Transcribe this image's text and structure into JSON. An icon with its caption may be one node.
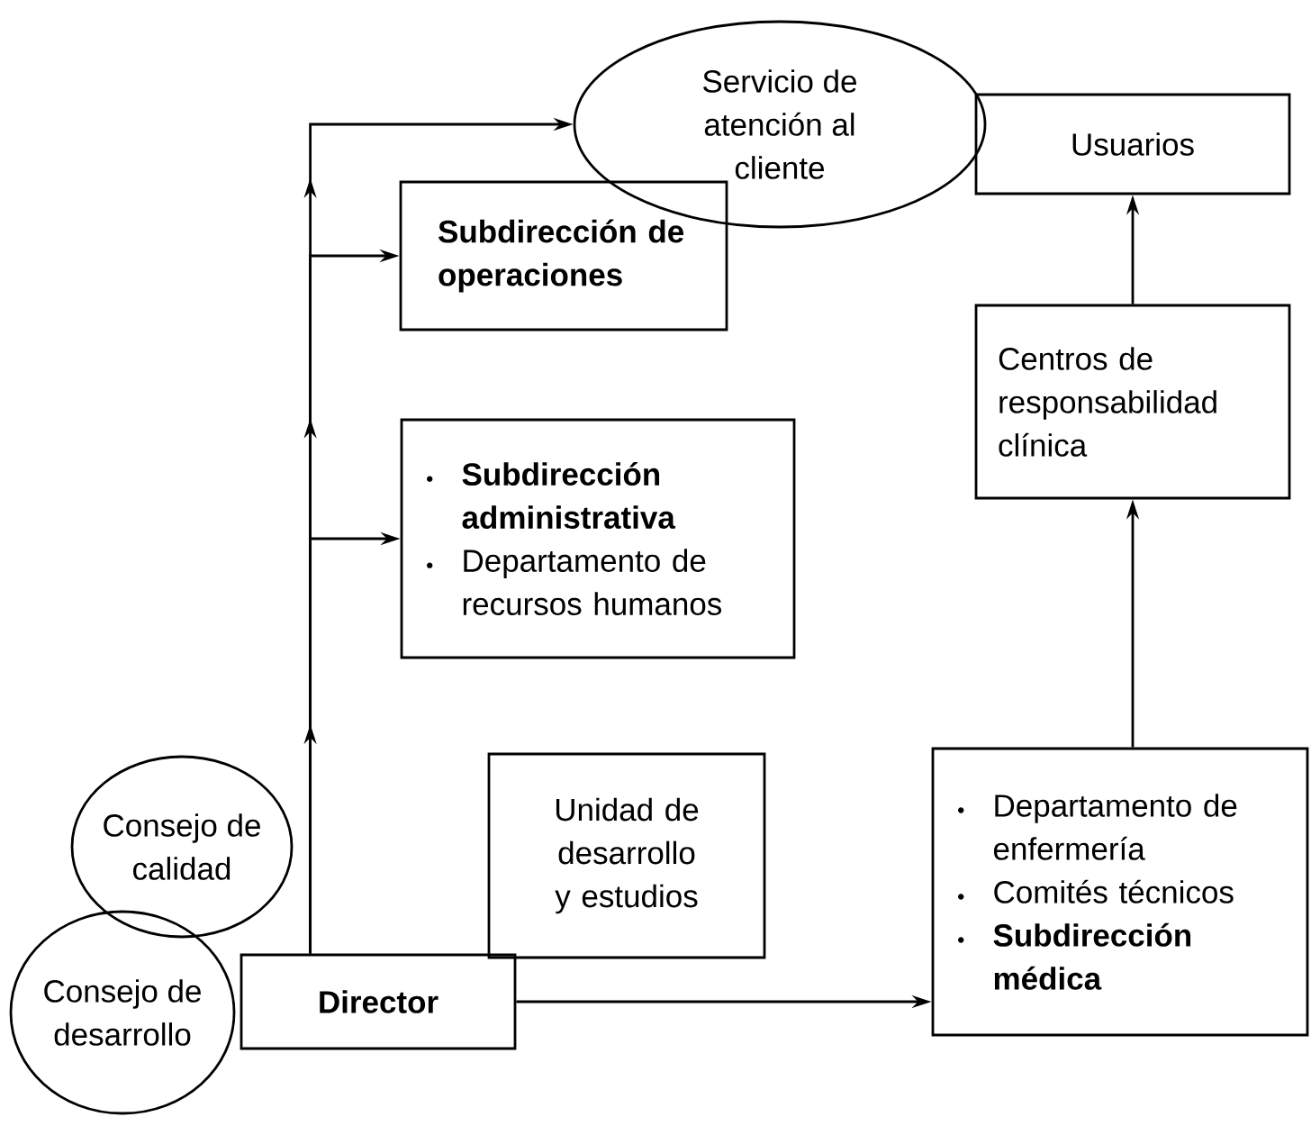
{
  "diagram": {
    "nodes": [
      {
        "text": [
          "Servicio de atención al cliente"
        ]
      },
      {
        "text": [
          "Usuarios"
        ]
      },
      {
        "text": [
          "Subdirección de operaciones"
        ]
      },
      {
        "text": [
          "Centros de responsabilidad clínica"
        ]
      },
      {
        "text": [
          "Subdirección administrativa",
          "Departamento de recursos humanos"
        ]
      },
      {
        "text": [
          "Unidad de desarrollo y estudios"
        ]
      },
      {
        "text": [
          "Departamento de enfermería",
          "Comités técnicos",
          "Subdirección médica"
        ]
      },
      {
        "text": [
          "Consejo de calidad"
        ]
      },
      {
        "text": [
          "Consejo de desarrollo"
        ]
      },
      {
        "text": [
          "Director"
        ]
      }
    ],
    "edges": [
      {
        "from": 9,
        "to": 0,
        "arrow": "to"
      },
      {
        "from": 9,
        "to": 2,
        "arrow": "to"
      },
      {
        "from": 9,
        "to": 4,
        "arrow": "to"
      },
      {
        "from": 9,
        "to": 6,
        "arrow": "to"
      },
      {
        "from": 6,
        "to": 3,
        "arrow": "to"
      },
      {
        "from": 3,
        "to": 1,
        "arrow": "to"
      }
    ]
  }
}
